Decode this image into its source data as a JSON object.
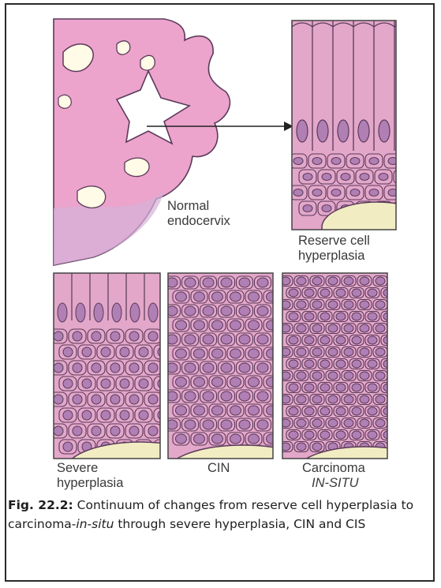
{
  "labels": {
    "normal_1": "Normal",
    "normal_2": "endocervix",
    "reserve_1": "Reserve cell",
    "reserve_2": "hyperplasia",
    "severe_1": "Severe",
    "severe_2": "hyperplasia",
    "cin": "CIN",
    "carcinoma_1": "Carcinoma",
    "carcinoma_2": "IN-SITU"
  },
  "caption": {
    "fig": "Fig. 22.2:",
    "t1": " Continuum of changes from reserve cell hyperplasia to carcinoma-",
    "t2": "in-situ",
    "t3": " through severe hyperplasia, CIN and CIS"
  },
  "colors": {
    "cell": "#e3a7c9",
    "nucleus": "#b07fb4",
    "outline": "#5a3a5a",
    "stroma": "#f1ecc2",
    "tissue": "#eca3cc",
    "lumen": "#ffffff"
  }
}
